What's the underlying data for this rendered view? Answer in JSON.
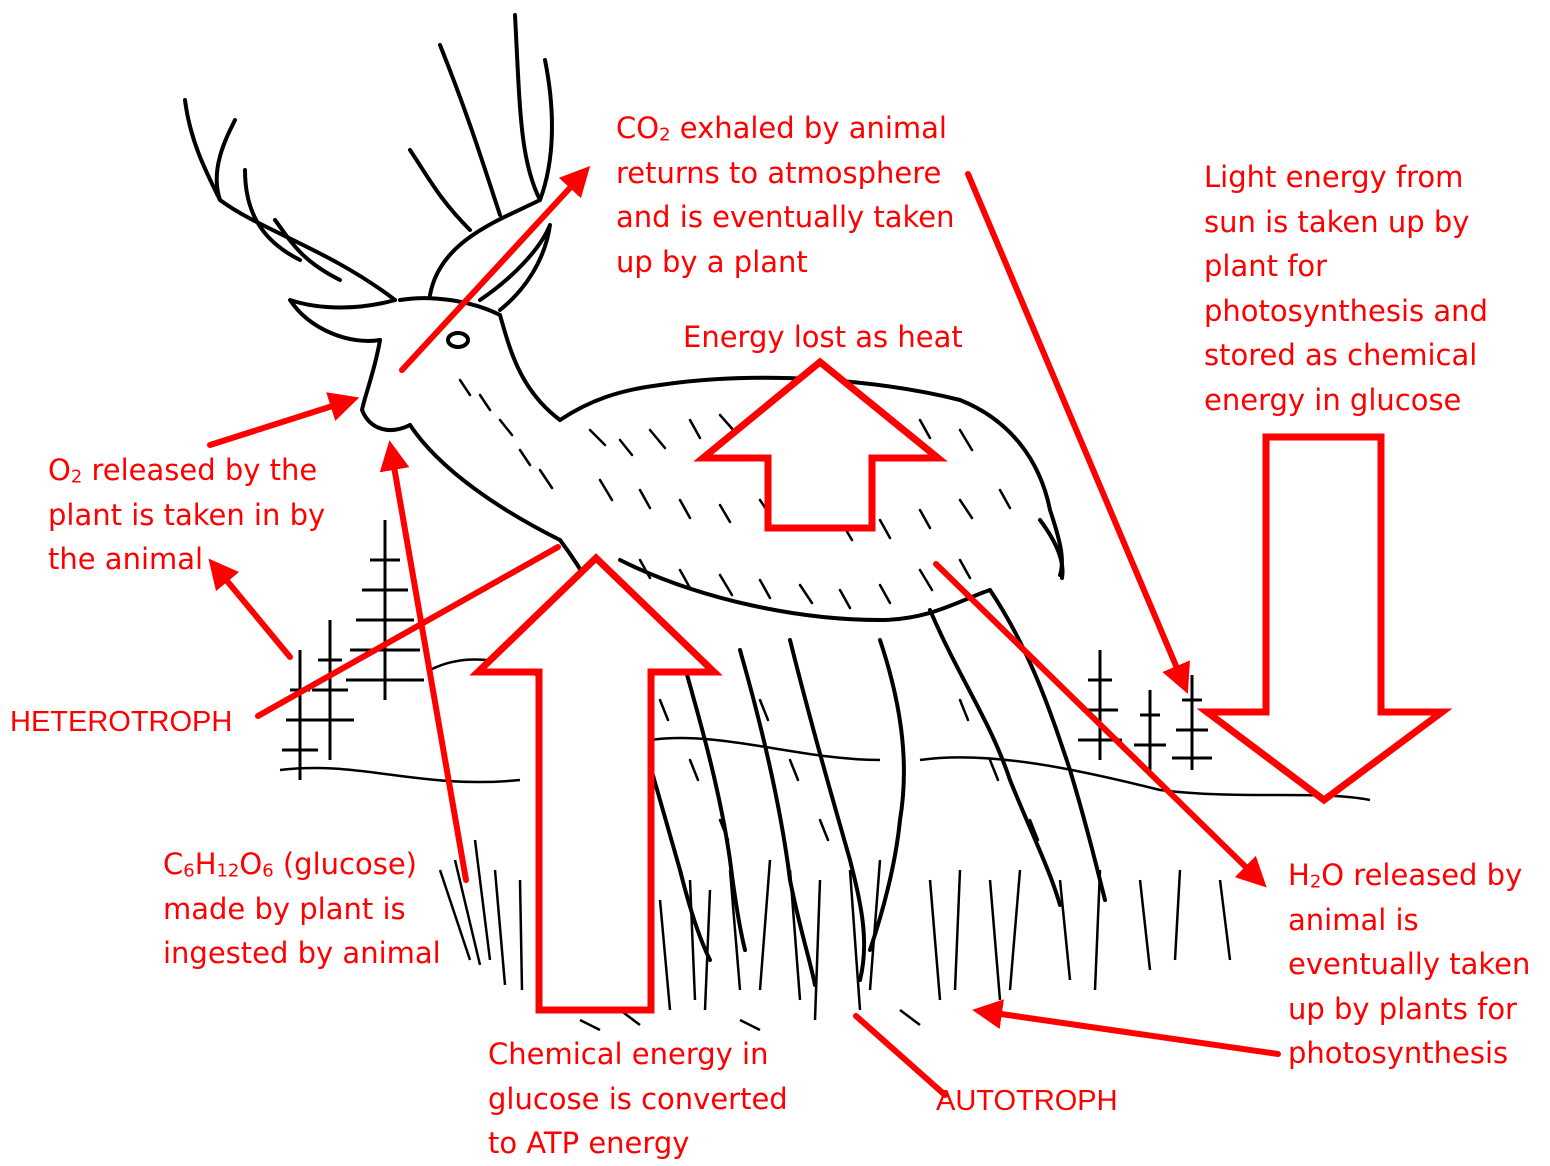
{
  "colors": {
    "annotation": "#ff0000",
    "drawing": "#000000",
    "background": "#ffffff"
  },
  "illustration": {
    "subject": "deer-icon",
    "setting": "grass-and-trees"
  },
  "labels": {
    "co2": {
      "formula_main": "CO",
      "formula_sub": "2",
      "line1_rest": " exhaled by animal",
      "line2": "returns to atmosphere",
      "line3": "and is eventually taken",
      "line4": "up by a plant"
    },
    "light": {
      "line1": "Light energy from",
      "line2": "sun is taken up by",
      "line3": "plant for",
      "line4": "photosynthesis and",
      "line5": "stored as chemical",
      "line6": "energy in glucose"
    },
    "heat": {
      "text": "Energy lost as heat"
    },
    "o2": {
      "formula_main": "O",
      "formula_sub": "2",
      "line1_rest": " released by the",
      "line2": "plant is taken in by",
      "line3": "the animal"
    },
    "heterotroph": {
      "text": "HETEROTROPH"
    },
    "glucose": {
      "c": "C",
      "c_sub": "6",
      "h": "H",
      "h_sub": "12",
      "o": "O",
      "o_sub": "6",
      "line1_rest": " (glucose)",
      "line2": "made by plant is",
      "line3": "ingested by animal"
    },
    "h2o": {
      "h": "H",
      "h_sub": "2",
      "line1_rest": "O released by",
      "line2": "animal is",
      "line3": "eventually taken",
      "line4": "up by plants for",
      "line5": "photosynthesis"
    },
    "chemical": {
      "line1": "Chemical energy in",
      "line2": "glucose is converted",
      "line3": "to ATP energy"
    },
    "autotroph": {
      "text": "AUTOTROPH"
    }
  }
}
